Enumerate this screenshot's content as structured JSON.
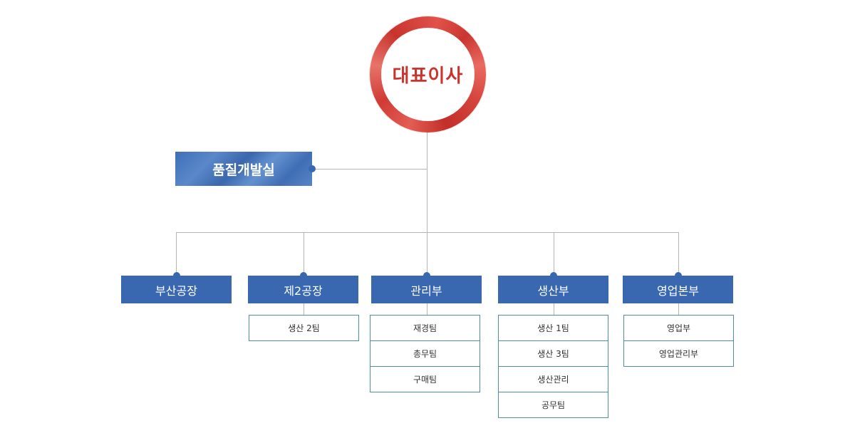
{
  "ceo": {
    "label": "대표이사"
  },
  "qa": {
    "label": "품질개발실"
  },
  "departments": [
    {
      "label": "부산공장",
      "teams": []
    },
    {
      "label": "제2공장",
      "teams": [
        "생산 2팀"
      ]
    },
    {
      "label": "관리부",
      "teams": [
        "재경팀",
        "총무팀",
        "구매팀"
      ]
    },
    {
      "label": "생산부",
      "teams": [
        "생산 1팀",
        "생산 3팀",
        "생산관리",
        "공무팀"
      ]
    },
    {
      "label": "영업본부",
      "teams": [
        "영업부",
        "영업관리부"
      ]
    }
  ],
  "colors": {
    "ceo_red": "#c9352e",
    "dept_blue": "#3a68b0",
    "team_border": "#4e8fa0",
    "connector_gray": "#b5b5b5"
  }
}
